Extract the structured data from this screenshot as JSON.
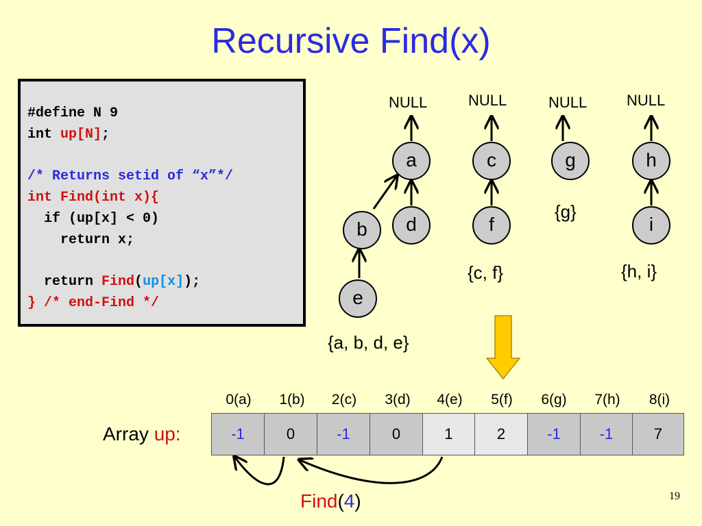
{
  "title": "Recursive Find(x)",
  "code": {
    "l1": "#define N 9",
    "l2_kw": "int ",
    "l2_var": "up[N]",
    "l2_end": ";",
    "l3": "/* Returns setid of “x”*/",
    "l4": "int Find(int x){",
    "l5": "  if (up[x] < 0)",
    "l6": "    return x;",
    "l7_a": "  return ",
    "l7_fn": "Find",
    "l7_p1": "(",
    "l7_arg": "up[x]",
    "l7_p2": ");",
    "l8": "} /* end-Find */"
  },
  "null_label": "NULL",
  "nodes": {
    "a": "a",
    "b": "b",
    "c": "c",
    "d": "d",
    "e": "e",
    "f": "f",
    "g": "g",
    "h": "h",
    "i": "i"
  },
  "sets": {
    "abde": "{a, b, d, e}",
    "cf": "{c, f}",
    "g": "{g}",
    "hi": "{h, i}"
  },
  "array": {
    "label": "Array ",
    "name": "up:",
    "indices": [
      "0(a)",
      "1(b)",
      "2(c)",
      "3(d)",
      "4(e)",
      "5(f)",
      "6(g)",
      "7(h)",
      "8(i)"
    ],
    "values": [
      "-1",
      "0",
      "-1",
      "0",
      "1",
      "2",
      "-1",
      "-1",
      "7"
    ]
  },
  "call": {
    "fn": "Find",
    "open": "(",
    "arg": "4",
    "close": ")"
  },
  "page_number": "19",
  "colors": {
    "title": "#2A2AE0",
    "red": "#D01010",
    "blue": "#2A2AE0",
    "cyan": "#1090E0",
    "arrow_fill": "#FFCC00"
  }
}
